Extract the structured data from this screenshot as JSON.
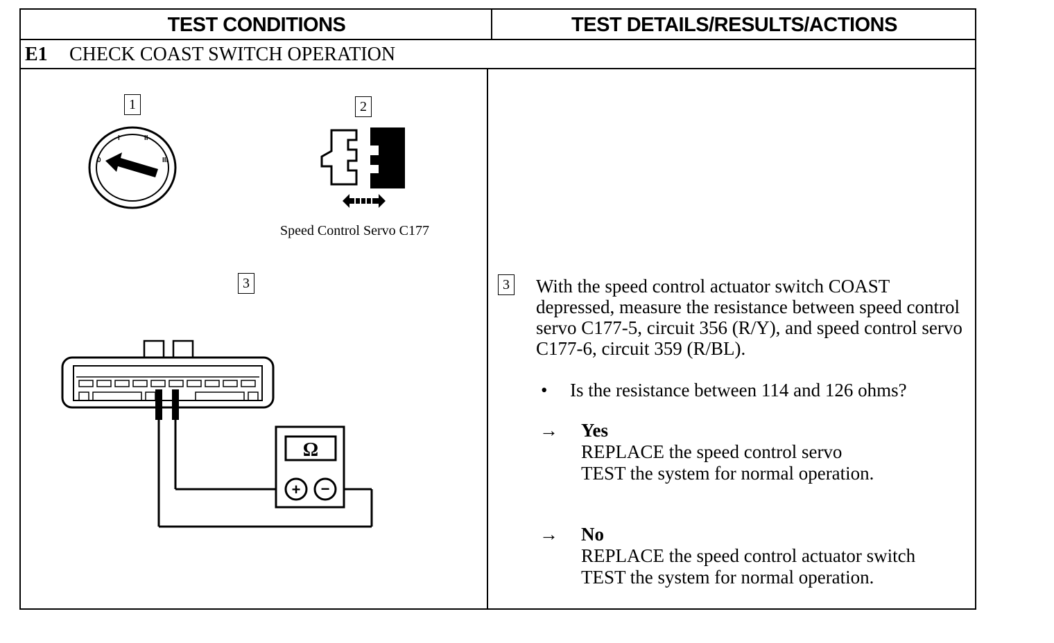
{
  "header": {
    "left": "TEST CONDITIONS",
    "right": "TEST DETAILS/RESULTS/ACTIONS"
  },
  "step": {
    "id": "E1",
    "title": "CHECK COAST SWITCH OPERATION"
  },
  "figures": {
    "step1_num": "1",
    "step2_num": "2",
    "step3_num": "3",
    "servo_caption": "Speed Control Servo C177",
    "ignition_icon": "ignition-key-off-icon",
    "connector_icon": "disconnect-connector-icon",
    "meter_symbol": "Ω",
    "meter_plus": "+",
    "meter_minus": "−"
  },
  "details": {
    "step_num": "3",
    "instruction": "With the speed control actuator switch COAST depressed, measure the resistance between speed control servo C177-5, circuit 356 (R/Y), and speed control servo C177-6, circuit 359 (R/BL).",
    "bullet": "•",
    "question": "Is the resistance between 114 and 126 ohms?",
    "arrow": "→",
    "yes_label": "Yes",
    "yes_line1": "REPLACE the speed control servo",
    "yes_line2": "TEST  the system for normal operation.",
    "no_label": "No",
    "no_line1": "REPLACE the speed control actuator switch",
    "no_line2": "TEST the system for normal operation."
  }
}
